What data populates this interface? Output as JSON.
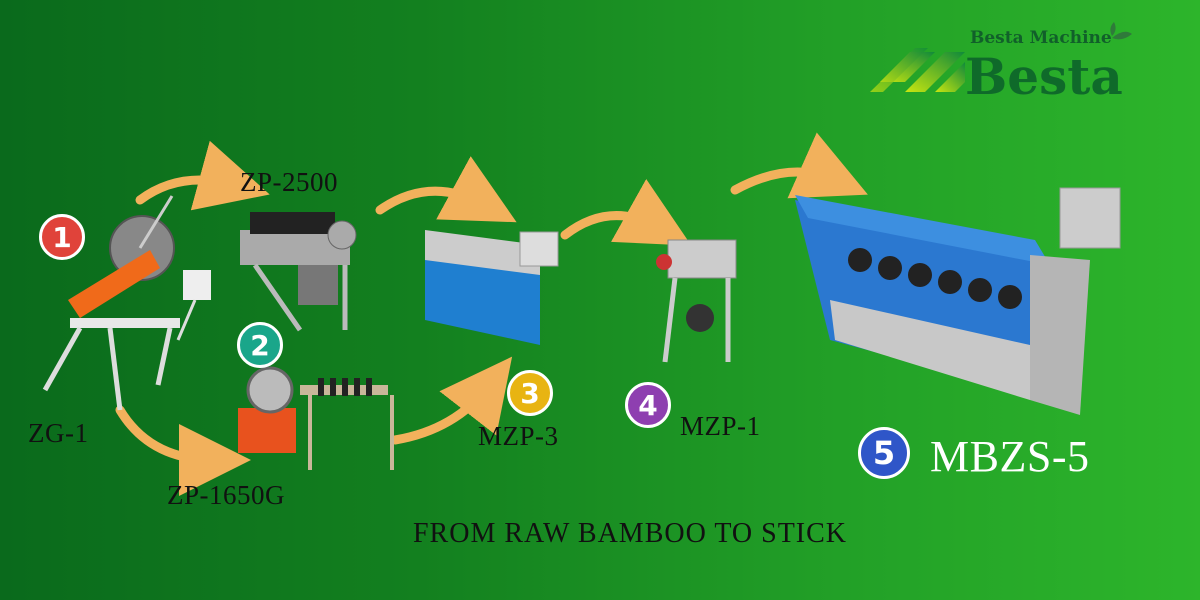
{
  "logo": {
    "tagline": "Besta Machine",
    "brand": "Besta"
  },
  "steps": [
    {
      "number": "1",
      "model": "ZG-1",
      "color": "#e0433a"
    },
    {
      "number": "2",
      "model": "ZP-2500",
      "color": "#1aa68a"
    },
    {
      "number": "2",
      "model": "ZP-1650G",
      "color": "#1aa68a"
    },
    {
      "number": "3",
      "model": "MZP-3",
      "color": "#e8b412"
    },
    {
      "number": "4",
      "model": "MZP-1",
      "color": "#8e3fb0"
    },
    {
      "number": "5",
      "model": "MBZS-5",
      "color": "#2f56c8"
    }
  ],
  "footer": "FROM RAW BAMBOO TO STICK",
  "colors": {
    "arrow": "#f2b15c",
    "bg_left": "#0a6a1c",
    "bg_right": "#2db52b"
  }
}
